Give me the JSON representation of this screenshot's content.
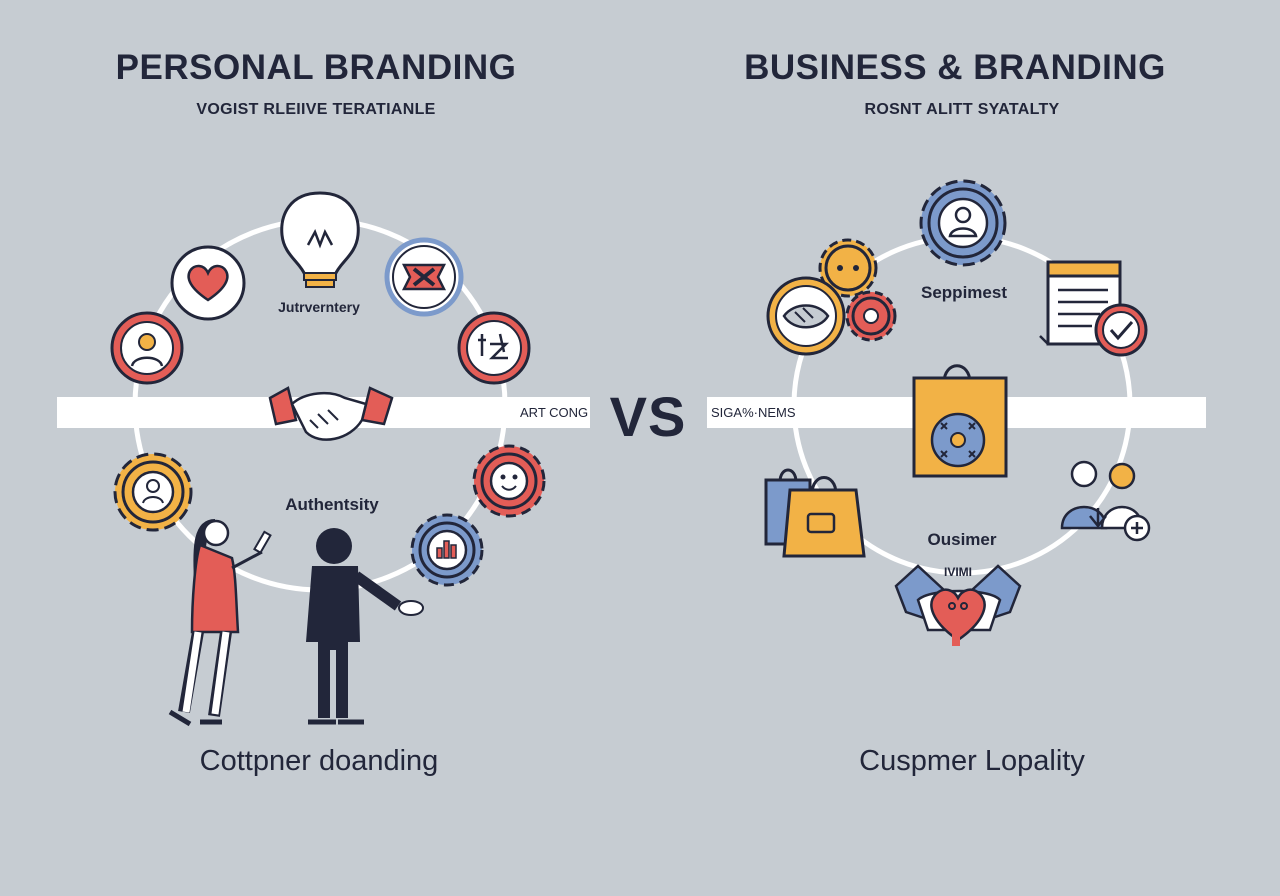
{
  "left": {
    "title": "PERSONAL BRANDING",
    "subtitle": "VOGIST RLEIIVE TERATIANLE",
    "circle_label_top": "Jutrverntery",
    "band_label": "ART CONG",
    "circle_label_mid": "Authentsity",
    "bottom_label": "Cottpner doanding"
  },
  "center": {
    "vs": "VS"
  },
  "right": {
    "title": "BUSINESS & BRANDING",
    "subtitle": "ROSNT ALITT SYATALTY",
    "band_label": "SIGA%·NEMS",
    "circle_label_top": "Seppimest",
    "circle_label_mid": "Ousimer",
    "circle_label_small": "IVIMI",
    "bottom_label": "Cuspmer Lopality"
  },
  "colors": {
    "background": "#c6ccd2",
    "ink": "#22263a",
    "red": "#e35d57",
    "orange": "#f2b246",
    "blue": "#7c9acb",
    "white": "#ffffff"
  }
}
